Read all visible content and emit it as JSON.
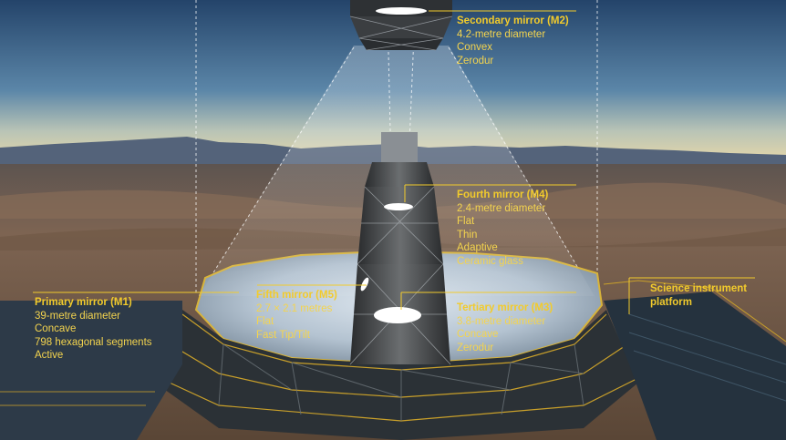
{
  "labels": {
    "secondary": {
      "title": "Secondary mirror (M2)",
      "lines": [
        "4.2-metre diameter",
        "Convex",
        "Zerodur"
      ]
    },
    "fourth": {
      "title": "Fourth mirror (M4)",
      "lines": [
        "2.4-metre diameter",
        "Flat",
        "Thin",
        "Adaptive",
        "Ceramic glass"
      ]
    },
    "primary": {
      "title": "Primary mirror (M1)",
      "lines": [
        "39-metre diameter",
        "Concave",
        "798 hexagonal segments",
        "Active"
      ]
    },
    "fifth": {
      "title": "Fifth mirror (M5)",
      "lines": [
        "2.7 × 2.1 metres",
        "Flat",
        "Fast Tip/Tilt"
      ]
    },
    "tertiary": {
      "title": "Tertiary mirror (M3)",
      "lines": [
        "3.8-metre diameter",
        "Concave",
        "Zerodur"
      ]
    },
    "science": {
      "title_line1": "Science instrument",
      "title_line2": "platform"
    }
  },
  "colors": {
    "label": "#f2cb2c",
    "sky_top": "#24446a",
    "sky_horizon": "#e9d8a8",
    "ground": "#6b5848",
    "mirror": "#b9c8d6",
    "structure": "#3a3c3e",
    "guide_lines": "#ffffff"
  }
}
